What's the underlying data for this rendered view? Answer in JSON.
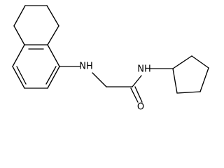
{
  "diagram": {
    "type": "chemical-structure",
    "atom_labels": {
      "amine_nh": "NH",
      "amide_nh": "NH",
      "carbonyl_o": "O"
    }
  }
}
